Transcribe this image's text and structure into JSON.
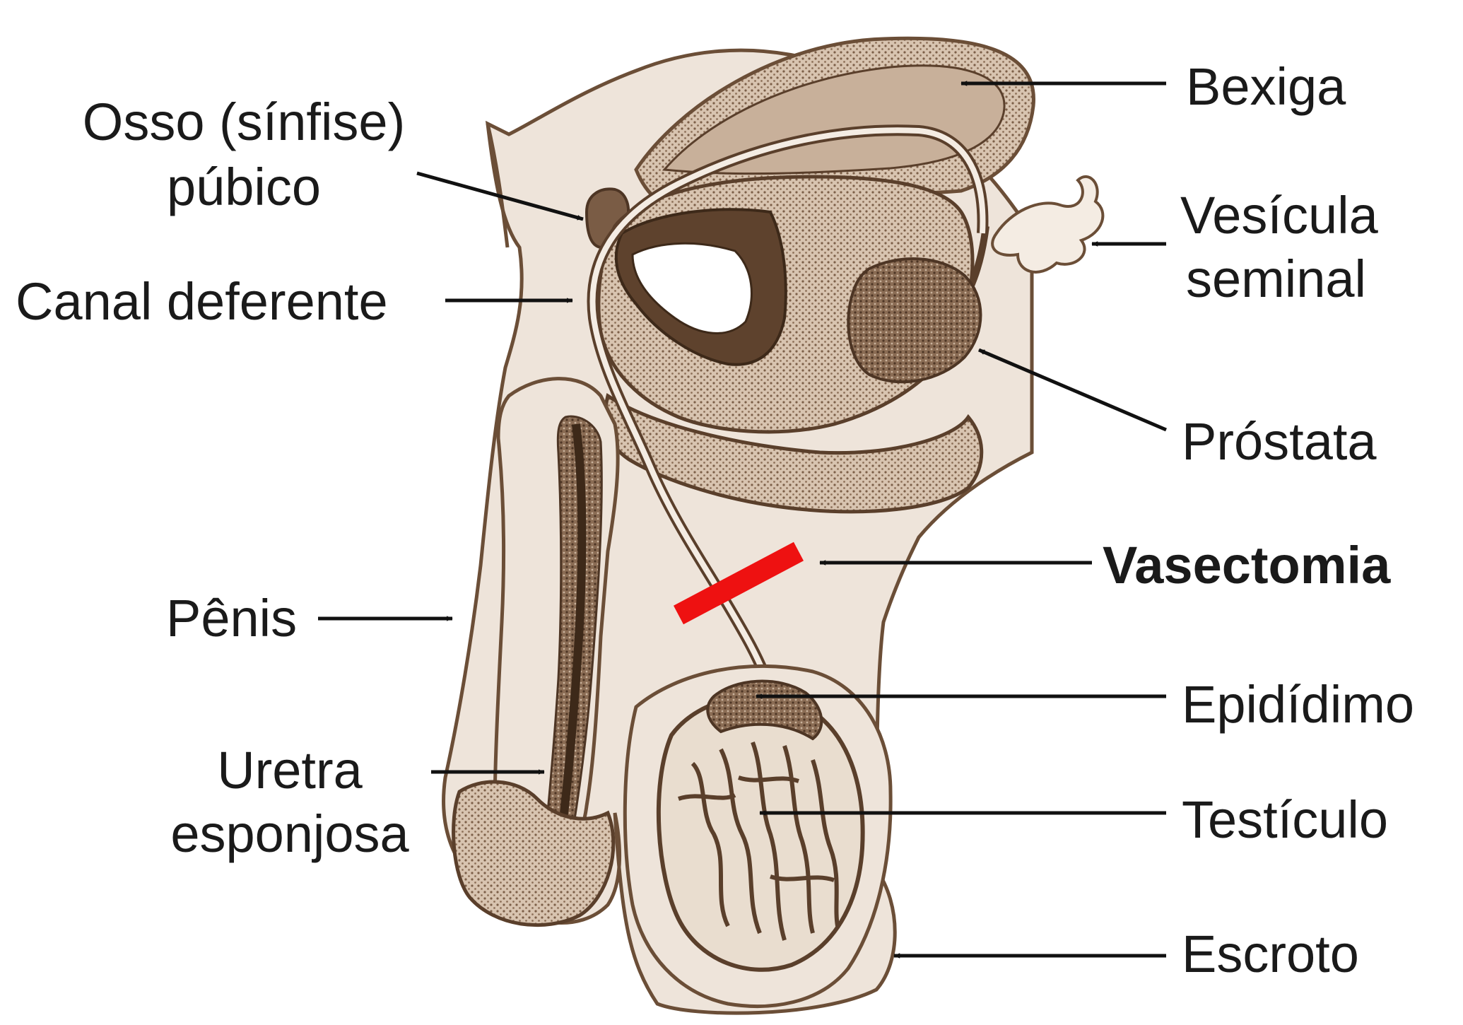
{
  "diagram": {
    "subject": "male-reproductive-anatomy-vasectomy",
    "colors": {
      "background": "#ffffff",
      "skin_fill": "#eee4da",
      "outline": "#6b4e37",
      "tissue_dark": "#6e5138",
      "tissue_mid": "#9c806a",
      "tissue_light": "#d6c2ae",
      "highlight": "#ee1111",
      "label_text": "#1a1a1a",
      "leader_line": "#111111"
    },
    "labels": {
      "bexiga": "Bexiga",
      "osso_line1": "Osso (sínfise)",
      "osso_line2": "púbico",
      "vesicula_line1": "Vesícula",
      "vesicula_line2": "seminal",
      "canal_deferente": "Canal deferente",
      "prostata": "Próstata",
      "vasectomia": "Vasectomia",
      "penis": "Pênis",
      "epididimo": "Epidídimo",
      "uretra_line1": "Uretra",
      "uretra_line2": "esponjosa",
      "testiculo": "Testículo",
      "escroto": "Escroto"
    }
  }
}
